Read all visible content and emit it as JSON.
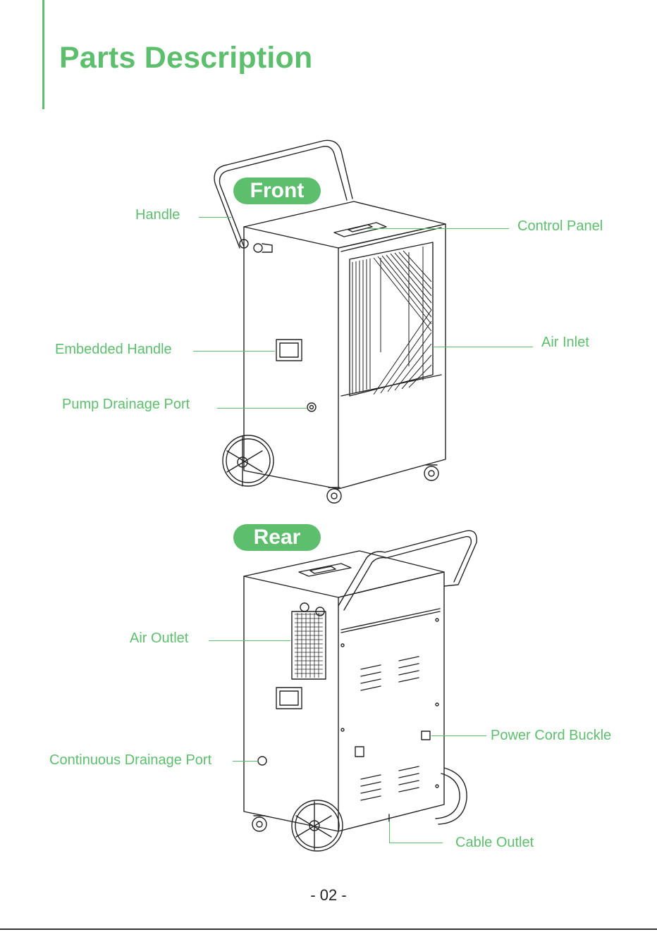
{
  "page": {
    "title": "Parts Description",
    "page_number": "- 02 -"
  },
  "theme": {
    "accent_color": "#5dbf6e",
    "line_color": "#222222"
  },
  "front": {
    "badge": "Front",
    "labels": {
      "handle": "Handle",
      "control_panel": "Control Panel",
      "embedded_handle": "Embedded Handle",
      "air_inlet": "Air Inlet",
      "pump_drainage_port": "Pump Drainage Port"
    }
  },
  "rear": {
    "badge": "Rear",
    "labels": {
      "air_outlet": "Air Outlet",
      "power_cord_buckle": "Power Cord Buckle",
      "continuous_drainage_port": "Continuous Drainage Port",
      "cable_outlet": "Cable Outlet"
    }
  }
}
